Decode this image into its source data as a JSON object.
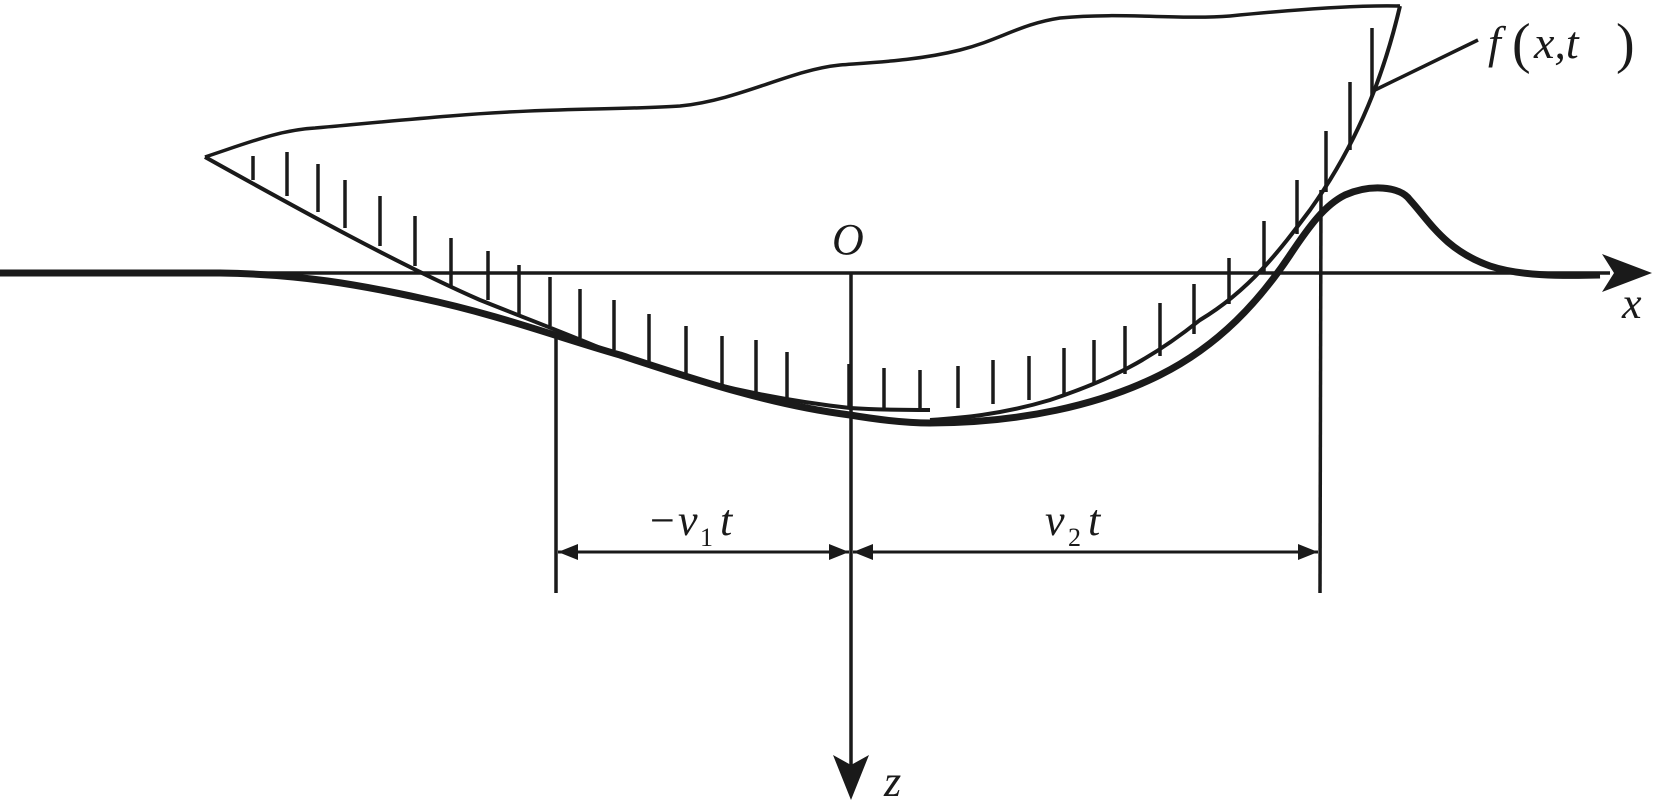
{
  "diagram": {
    "colors": {
      "ink": "#1a1a1a",
      "background": "#ffffff"
    },
    "labels": {
      "origin": "O",
      "x_axis": "x",
      "z_axis": "z",
      "surface_func": "f",
      "surface_open": "(",
      "surface_args": "x,t",
      "surface_close": ")",
      "left_dim_minus": "−",
      "left_dim_var": "v",
      "left_dim_sub": "1",
      "left_dim_t": "t",
      "right_dim_var": "v",
      "right_dim_sub": "2",
      "right_dim_t": "t"
    },
    "icons": {
      "x_arrow": "arrow-right-icon",
      "z_arrow": "arrow-down-icon"
    }
  }
}
